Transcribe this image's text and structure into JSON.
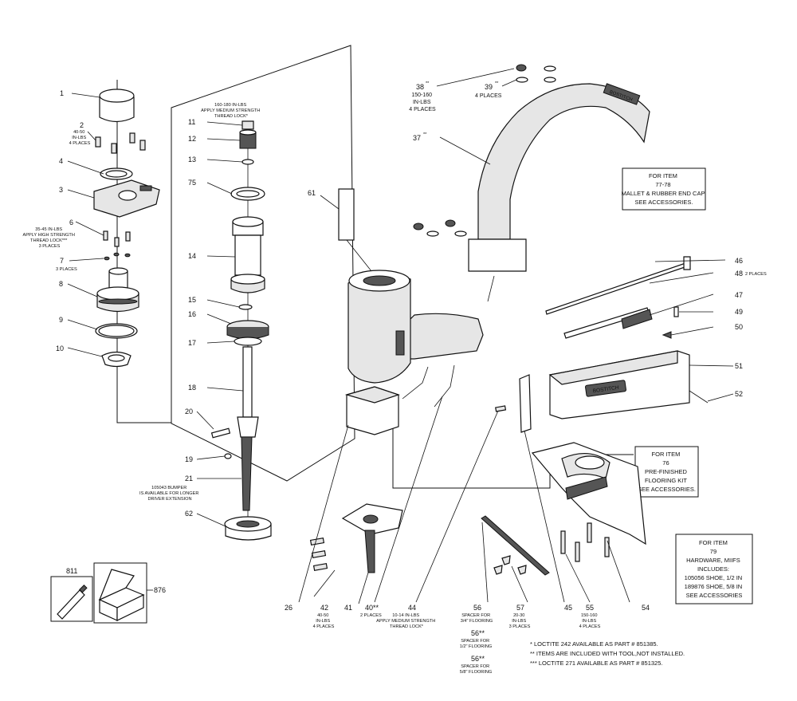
{
  "labels": {
    "p1": "1",
    "p2": "2",
    "p2n": [
      "40-50",
      "IN-LBS",
      "4 PLACES"
    ],
    "p3": "3",
    "p4": "4",
    "p6": "6",
    "p6n": [
      "35-45 IN-LBS",
      "APPLY HIGH STRENGTH",
      "THREAD LOCK***",
      "3 PLACES"
    ],
    "p7": "7",
    "p7n": "3 PLACES",
    "p8": "8",
    "p9": "9",
    "p10": "10",
    "topnote": [
      "160-180 IN-LBS",
      "APPLY MEDIUM STRENGTH",
      "THREAD LOCK*"
    ],
    "p11": "11",
    "p12": "12",
    "p13": "13",
    "p75": "75",
    "p14": "14",
    "p15": "15",
    "p16": "16",
    "p17": "17",
    "p18": "18",
    "p20": "20",
    "p19": "19",
    "p21": "21",
    "p21n": [
      "105043 BUMPER",
      "IS AVAILABLE FOR LONGER",
      "DRIVER EXTENSION"
    ],
    "p62": "62",
    "p811": "811",
    "p876": "876",
    "p61": "61",
    "p38": "38",
    "p38s": "**",
    "p38n": [
      "150-160",
      "IN-LBS",
      "4 PLACES"
    ],
    "p39": "39",
    "p39s": "**",
    "p39n": "4 PLACES",
    "p37": "37",
    "p37s": "**",
    "p46": "46",
    "p48": "48",
    "p48n": "2 PLACES",
    "p47": "47",
    "p49": "49",
    "p50": "50",
    "p51": "51",
    "p52": "52",
    "p26": "26",
    "p42": "42",
    "p42n": [
      "40-50",
      "IN-LBS",
      "4 PLACES"
    ],
    "p41": "41",
    "p40": "40**",
    "p40n": "2 PLACES",
    "p44": "44",
    "p44n": [
      "10-14 IN-LBS",
      "APPLY MEDIUM STRENGTH",
      "THREAD LOCK*"
    ],
    "p56": "56",
    "p56n": [
      "SPACER FOR",
      "3/4\" FLOORING"
    ],
    "p56b": "56**",
    "p56bn": [
      "SPACER FOR",
      "1/2\" FLOORING"
    ],
    "p56c": "56**",
    "p56cn": [
      "SPACER FOR",
      "5/8\" FLOORING"
    ],
    "p57": "57",
    "p57n": [
      "20-30",
      "IN-LBS",
      "3 PLACES"
    ],
    "p45": "45",
    "p55": "55",
    "p55n": [
      "150-160",
      "IN-LBS",
      "4 PLACES"
    ],
    "p54": "54",
    "brand": "BOSTITCH",
    "handlebrand": "BOSTITCH"
  },
  "boxes": {
    "mallet": [
      "FOR ITEM",
      "77-78",
      "MALLET & RUBBER END CAP",
      "SEE ACCESSORIES."
    ],
    "flooring": [
      "FOR ITEM",
      "76",
      "PRE-FINISHED",
      "FLOORING KIT",
      "SEE ACCESSORIES."
    ],
    "hardware": [
      "FOR ITEM",
      "79",
      "HARDWARE, MIIFS",
      "INCLUDES:",
      "105056  SHOE, 1/2 IN",
      "189876  SHOE, 5/8 IN",
      "SEE ACCESSORIES"
    ]
  },
  "footnotes": [
    "* LOCTITE 242 AVAILABLE AS PART # 851385.",
    "** ITEMS ARE INCLUDED WITH TOOL,NOT INSTALLED.",
    "*** LOCTITE 271 AVAILABLE AS PART # 851325."
  ]
}
